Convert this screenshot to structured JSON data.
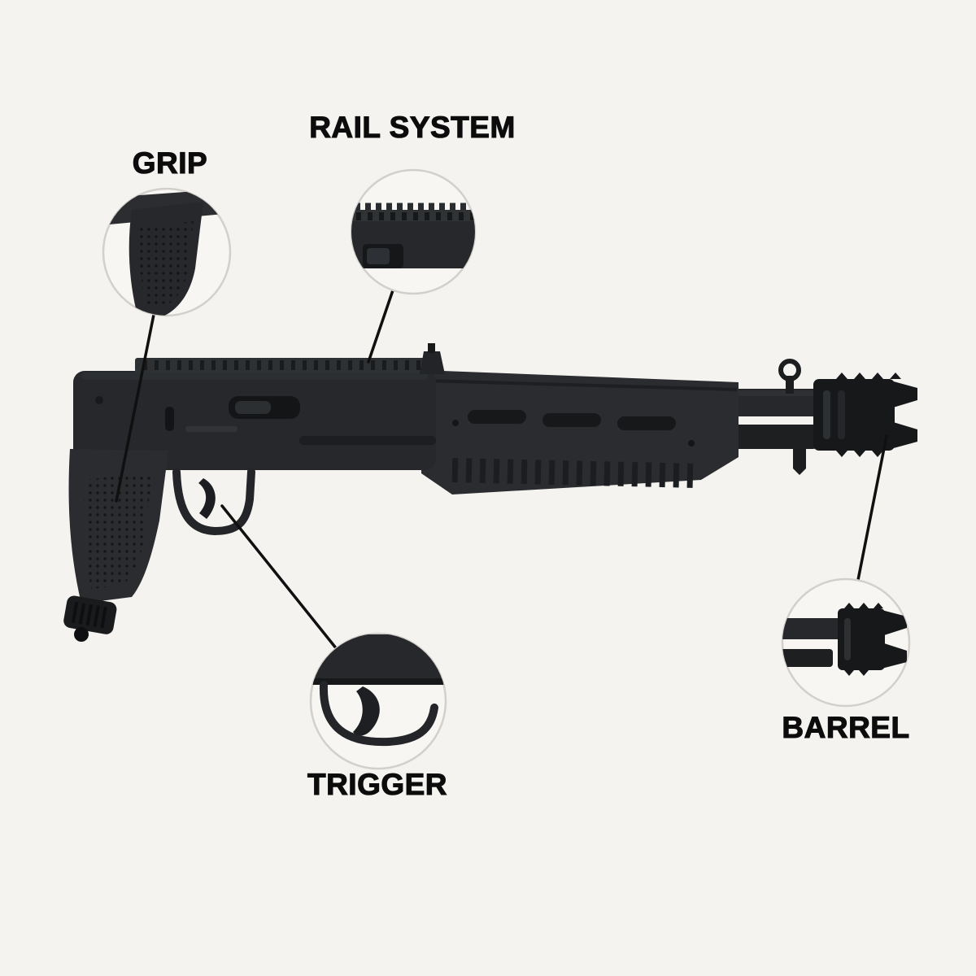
{
  "page": {
    "background_color": "#f5f3f0",
    "text_color": "#0c0c0c",
    "connector_line_color": "#101010",
    "gun_body_color": "#26282b",
    "gun_dark_color": "#17181a",
    "inset_fill_color": "#f8f6f3",
    "inset_border_color": "#d3d0cb"
  },
  "callouts": [
    {
      "id": "grip",
      "label": "GRIP",
      "icon": "grip-closeup-icon"
    },
    {
      "id": "rail_system",
      "label": "RAIL SYSTEM",
      "icon": "rail-closeup-icon"
    },
    {
      "id": "trigger",
      "label": "TRIGGER",
      "icon": "trigger-closeup-icon"
    },
    {
      "id": "barrel",
      "label": "BARREL",
      "icon": "barrel-closeup-icon"
    }
  ]
}
